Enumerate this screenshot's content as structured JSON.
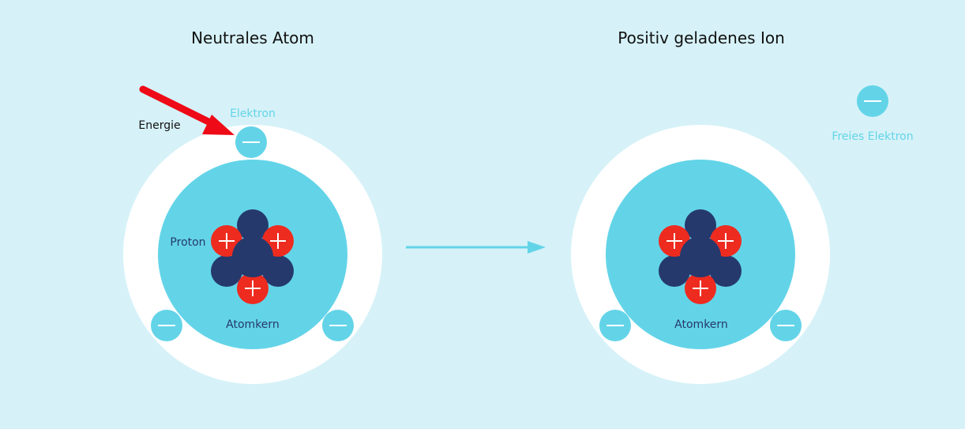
{
  "titles": {
    "left": "Neutrales Atom",
    "right": "Positiv geladenes Ion"
  },
  "labels": {
    "energie": "Energie",
    "elektron": "Elektron",
    "proton": "Proton",
    "atomkern_left": "Atomkern",
    "atomkern_right": "Atomkern",
    "freies_elektron": "Freies Elektron"
  },
  "colors": {
    "background": "#d6f2f8",
    "shell": "#ffffff",
    "nucleus_area": "#63d4e8",
    "electron": "#63d4e8",
    "neutron": "#25396d",
    "proton": "#ee2b1f",
    "energy_arrow": "#ee0a17",
    "process_arrow": "#63d4e8",
    "title_text": "#111111",
    "label_dark": "#25396d",
    "label_light": "#63d4e8"
  },
  "icons": {
    "electron": "minus-sign",
    "proton": "plus-sign"
  }
}
